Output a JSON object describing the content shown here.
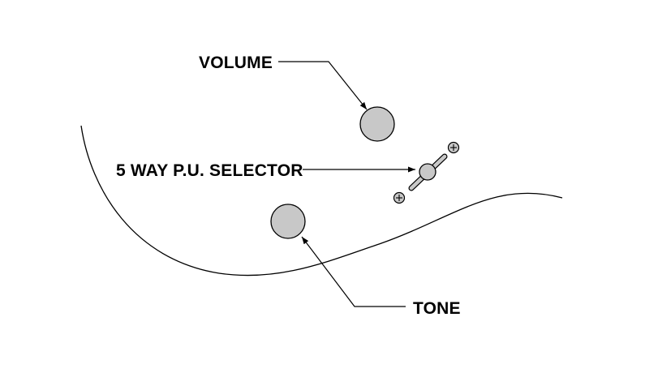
{
  "labels": {
    "volume": "VOLUME",
    "selector": "5 WAY P.U. SELECTOR",
    "tone": "TONE"
  },
  "colors": {
    "knob_fill": "#c8c8c8",
    "line": "#000000",
    "background": "#ffffff"
  }
}
